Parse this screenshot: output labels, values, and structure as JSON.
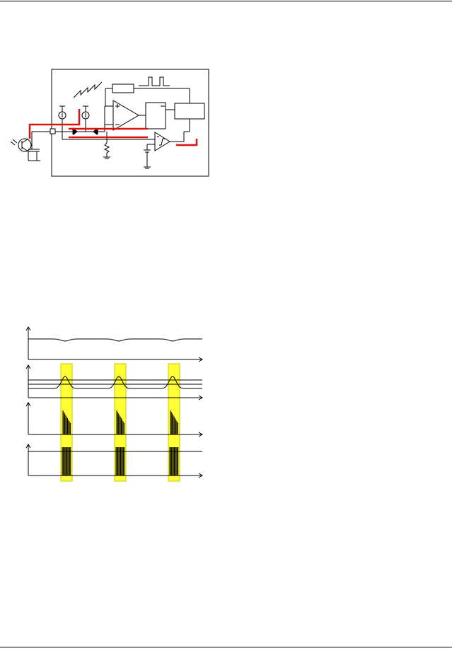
{
  "page": {
    "background": "#ffffff",
    "line_color": "#000000"
  },
  "circuit": {
    "highlight_color": "#dd1111",
    "components": [
      "photo-transistor",
      "capacitor",
      "current-source-1",
      "current-source-2",
      "diode-1",
      "diode-2",
      "resistor",
      "op-amp",
      "logic-block",
      "output-block",
      "schmitt-comparator",
      "reference-source"
    ],
    "sawtooth_icon": "sawtooth-wave-icon",
    "pulse_icon": "pulse-train-icon"
  },
  "timing": {
    "band_color": "#ffff33",
    "band_border": "#c8c800",
    "band_count": 3,
    "traces": [
      "ambient-level",
      "amplified-signal",
      "burst-envelope",
      "digital-burst"
    ]
  }
}
